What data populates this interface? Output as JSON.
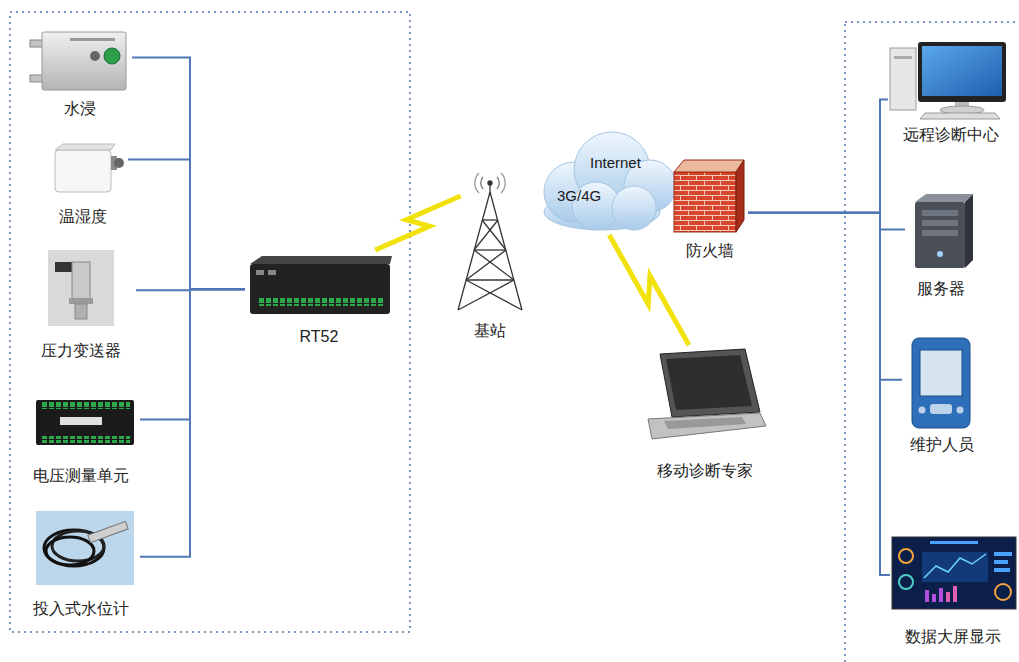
{
  "diagram": {
    "nodes": [
      {
        "text": [
          "水浸"
        ]
      },
      {
        "text": [
          "温湿度"
        ]
      },
      {
        "text": [
          "压力变送器"
        ]
      },
      {
        "text": [
          "电压测量单元"
        ]
      },
      {
        "text": [
          "投入式水位计"
        ]
      },
      {
        "text": [
          "RT52"
        ]
      },
      {
        "text": [
          "基站"
        ]
      },
      {
        "text": [
          "Internet",
          "3G/4G"
        ]
      },
      {
        "text": [
          "防火墙"
        ]
      },
      {
        "text": [
          "移动诊断专家"
        ]
      },
      {
        "text": [
          "远程诊断中心"
        ]
      },
      {
        "text": [
          "服务器"
        ]
      },
      {
        "text": [
          "维护人员"
        ]
      },
      {
        "text": [
          "数据大屏显示"
        ]
      }
    ],
    "edges": [
      {
        "from": 0,
        "to": 5,
        "arrow": "none"
      },
      {
        "from": 1,
        "to": 5,
        "arrow": "none"
      },
      {
        "from": 2,
        "to": 5,
        "arrow": "none"
      },
      {
        "from": 3,
        "to": 5,
        "arrow": "none"
      },
      {
        "from": 4,
        "to": 5,
        "arrow": "none"
      },
      {
        "from": 5,
        "to": 6,
        "arrow": "none"
      },
      {
        "from": 7,
        "to": 9,
        "arrow": "none"
      },
      {
        "from": 8,
        "to": 10,
        "arrow": "none"
      },
      {
        "from": 8,
        "to": 11,
        "arrow": "none"
      },
      {
        "from": 8,
        "to": 12,
        "arrow": "none"
      },
      {
        "from": 8,
        "to": 13,
        "arrow": "none"
      }
    ]
  }
}
